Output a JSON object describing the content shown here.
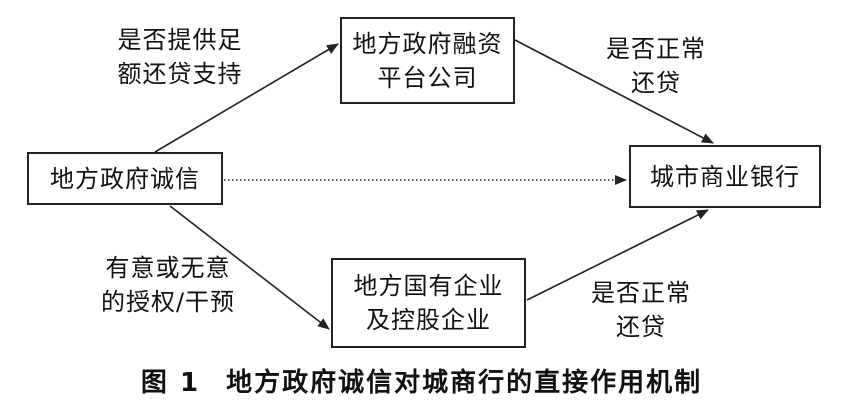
{
  "nodes": {
    "gov_credit": "地方政府诚信",
    "lgfv": [
      "地方政府融资",
      "平台公司"
    ],
    "soe": [
      "地方国有企业",
      "及控股企业"
    ],
    "bank": "城市商业银行"
  },
  "edges": {
    "gov_to_lgfv": [
      "是否提供足",
      "额还贷支持"
    ],
    "lgfv_to_bank": [
      "是否正常",
      "还贷"
    ],
    "gov_to_soe": [
      "有意或无意",
      "的授权/干预"
    ],
    "soe_to_bank": [
      "是否正常",
      "还贷"
    ]
  },
  "caption": {
    "figure_number": "图 1",
    "title": "地方政府诚信对城商行的直接作用机制"
  },
  "colors": {
    "line": "#222222",
    "text": "#111111"
  }
}
